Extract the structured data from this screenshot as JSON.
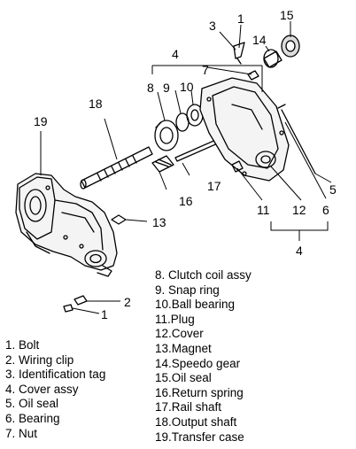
{
  "callouts": {
    "c1a": "1",
    "c1b": "1",
    "c2": "2",
    "c3": "3",
    "c4a": "4",
    "c4b": "4",
    "c5": "5",
    "c6": "6",
    "c7": "7",
    "c8": "8",
    "c9": "9",
    "c10": "10",
    "c11": "11",
    "c12": "12",
    "c13": "13",
    "c14": "14",
    "c15": "15",
    "c16": "16",
    "c17": "17",
    "c18": "18",
    "c19": "19"
  },
  "legend_left": [
    "1.  Bolt",
    "2.  Wiring clip",
    "3.  Identification tag",
    "4.  Cover assy",
    "5.  Oil seal",
    "6.  Bearing",
    "7.  Nut"
  ],
  "legend_right": [
    "8.  Clutch coil assy",
    "9.  Snap ring",
    "10.Ball bearing",
    "11.Plug",
    "12.Cover",
    "13.Magnet",
    "14.Speedo gear",
    "15.Oil seal",
    "16.Return spring",
    "17.Rail shaft",
    "18.Output shaft",
    "19.Transfer case"
  ]
}
